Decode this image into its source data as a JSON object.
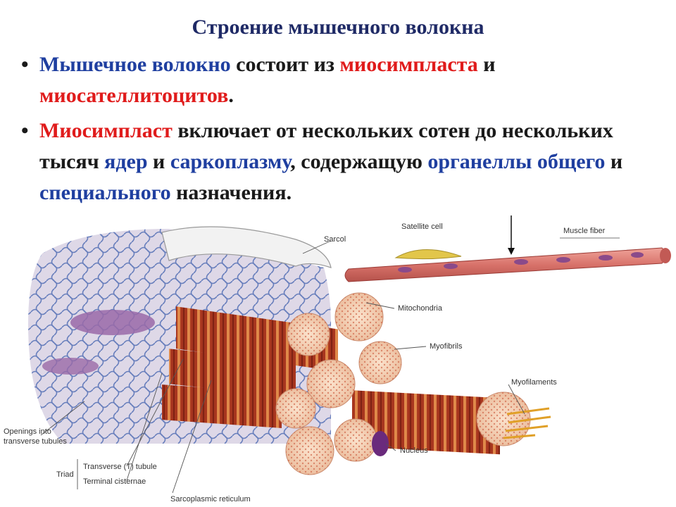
{
  "slide": {
    "title": "Строение мышечного волокна",
    "bullet1": {
      "part1": "Мышечное волокно",
      "part2": " состоит из ",
      "part3": "миосимпласта",
      "part4": " и ",
      "part5": "миосателлитоцитов",
      "part6": "."
    },
    "bullet2": {
      "part1": "Миосимпласт",
      "part2": " включает от нескольких сотен до нескольких тысяч ",
      "part3": "ядер",
      "part4": " и ",
      "part5": "саркоплазму",
      "part6": ", содержащую ",
      "part7": "органеллы общего",
      "part8": " и ",
      "part9": "специального",
      "part10": " назначения."
    }
  },
  "diagram": {
    "labels": {
      "sarcolemma": "Sarcol",
      "satellite_cell": "Satellite cell",
      "muscle_fiber": "Muscle fiber",
      "mitochondria": "Mitochondria",
      "myofibrils": "Myofibrils",
      "myofilaments": "Myofilaments",
      "nucleus": "Nucleus",
      "openings_line1": "Openings into",
      "openings_line2": "transverse tubules",
      "triad": "Triad",
      "transverse_tubule": "Transverse (T) tubule",
      "terminal_cisternae": "Terminal cisternae",
      "sarcoplasmic_reticulum": "Sarcoplasmic reticulum"
    },
    "colors": {
      "title": "#1f2a66",
      "blue_term": "#1f3fa0",
      "red_term": "#e01b1b",
      "muscle": "#b5432f",
      "myofibril_end": "#f3d2b8",
      "reticulum": "#5f77b8",
      "nucleus": "#6a2a7c"
    }
  }
}
